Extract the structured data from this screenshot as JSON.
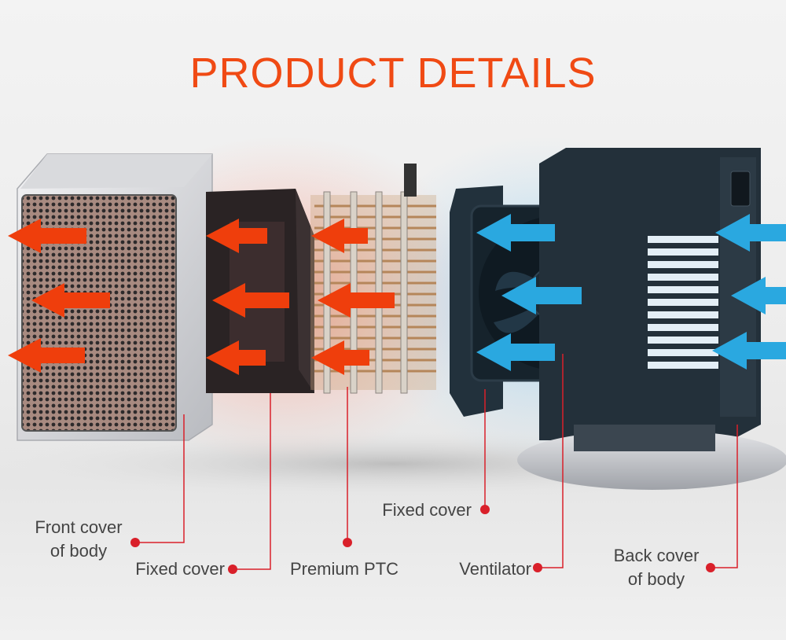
{
  "title": "PRODUCT DETAILS",
  "colors": {
    "title": "#f04a14",
    "hot_arrow": "#ef3e0c",
    "cool_arrow": "#2aa8e0",
    "leader_line": "#d9202a",
    "label_text": "#444444"
  },
  "labels": {
    "front_cover": [
      "Front cover",
      "of body"
    ],
    "fixed_cover_left": "Fixed cover",
    "premium_ptc": "Premium PTC",
    "fixed_cover_right": "Fixed cover",
    "ventilator": "Ventilator",
    "back_cover": [
      "Back cover",
      "of body"
    ]
  },
  "airflow": {
    "hot_arrows": "leftward",
    "cool_arrows": "leftward"
  }
}
